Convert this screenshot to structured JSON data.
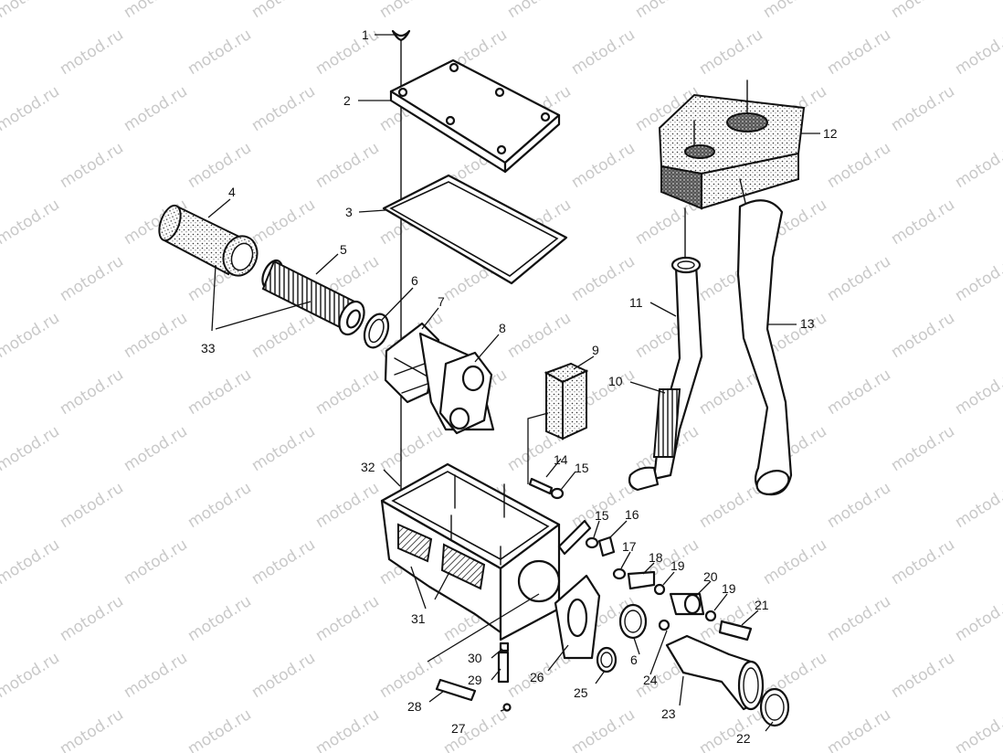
{
  "watermark": {
    "text": "motod.ru"
  },
  "labels": {
    "l1": "1",
    "l2": "2",
    "l3": "3",
    "l4": "4",
    "l5": "5",
    "l6a": "6",
    "l7": "7",
    "l8": "8",
    "l9": "9",
    "l10": "10",
    "l11": "11",
    "l12": "12",
    "l13": "13",
    "l14": "14",
    "l15a": "15",
    "l15b": "15",
    "l16": "16",
    "l17": "17",
    "l18": "18",
    "l19a": "19",
    "l19b": "19",
    "l20": "20",
    "l21": "21",
    "l22": "22",
    "l23": "23",
    "l24": "24",
    "l25": "25",
    "l6b": "6",
    "l26": "26",
    "l27": "27",
    "l28": "28",
    "l29": "29",
    "l30": "30",
    "l31": "31",
    "l32": "32",
    "l33": "33"
  }
}
